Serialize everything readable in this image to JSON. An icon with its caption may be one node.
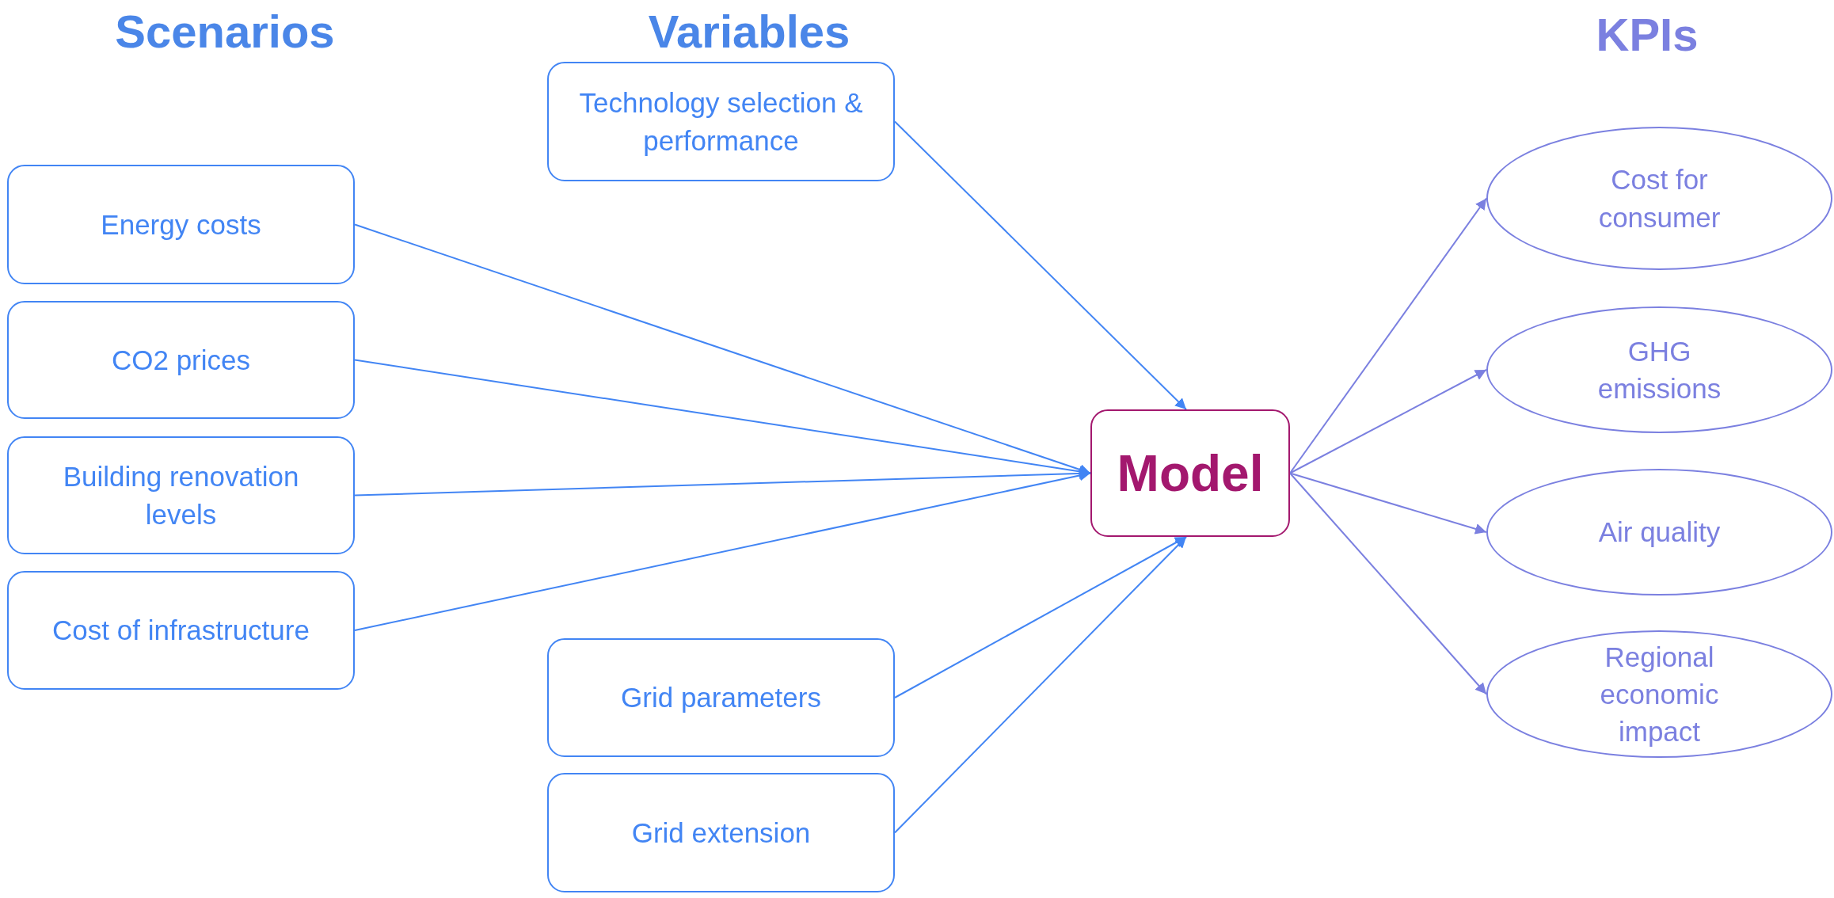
{
  "diagram": {
    "nodes": [
      {
        "text": [
          "Energy costs"
        ]
      },
      {
        "text": [
          "CO2 prices"
        ]
      },
      {
        "text": [
          "Building renovation levels"
        ]
      },
      {
        "text": [
          "Cost of infrastructure"
        ]
      },
      {
        "text": [
          "Technology selection & performance"
        ]
      },
      {
        "text": [
          "Grid parameters"
        ]
      },
      {
        "text": [
          "Grid extension"
        ]
      },
      {
        "text": [
          "Model"
        ]
      },
      {
        "text": [
          "Cost for consumer"
        ]
      },
      {
        "text": [
          "GHG emissions"
        ]
      },
      {
        "text": [
          "Air quality"
        ]
      },
      {
        "text": [
          "Regional economic impact"
        ]
      }
    ],
    "edges": [
      {
        "from": 0,
        "to": 7,
        "arrow": "to"
      },
      {
        "from": 1,
        "to": 7,
        "arrow": "to"
      },
      {
        "from": 2,
        "to": 7,
        "arrow": "to"
      },
      {
        "from": 3,
        "to": 7,
        "arrow": "to"
      },
      {
        "from": 4,
        "to": 7,
        "arrow": "to"
      },
      {
        "from": 5,
        "to": 7,
        "arrow": "to"
      },
      {
        "from": 6,
        "to": 7,
        "arrow": "to"
      },
      {
        "from": 7,
        "to": 8,
        "arrow": "to",
        "color": "#7b80e0"
      },
      {
        "from": 7,
        "to": 9,
        "arrow": "to",
        "color": "#7b80e0"
      },
      {
        "from": 7,
        "to": 10,
        "arrow": "to",
        "color": "#7b80e0"
      },
      {
        "from": 7,
        "to": 11,
        "arrow": "to",
        "color": "#7b80e0"
      }
    ],
    "labels": [
      "Scenarios",
      "Variables",
      "KPIs"
    ]
  }
}
